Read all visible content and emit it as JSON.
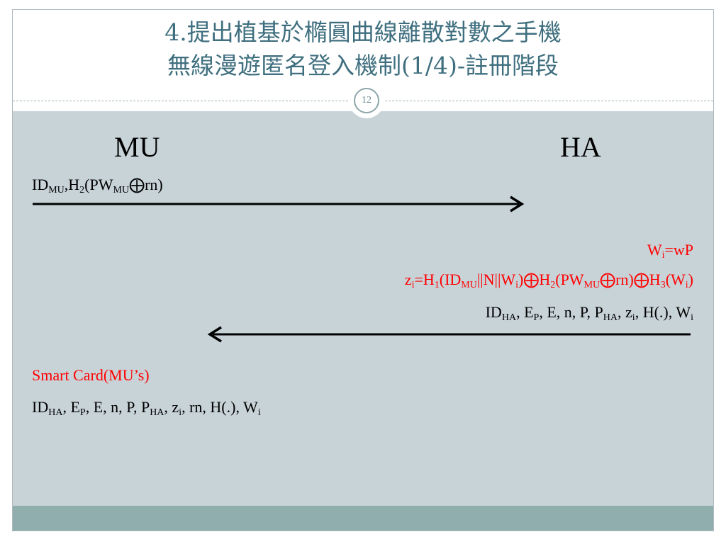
{
  "slide": {
    "title_line1": "4.提出植基於橢圓曲線離散對數之手機",
    "title_line2": "無線漫遊匿名登入機制(1/4)-註冊階段",
    "page_number": "12"
  },
  "parties": {
    "left": "MU",
    "right": "HA"
  },
  "message1": {
    "id": "ID",
    "id_sub": "MU",
    "h": ",H",
    "h_sub": "2",
    "pw": "(PW",
    "pw_sub": "MU",
    "xor": "⨁",
    "rest": "rn)"
  },
  "ha_compute": {
    "w_lhs": "W",
    "w_lhs_sub": "i",
    "w_rhs": "=wP",
    "z_lhs": "z",
    "z_lhs_sub": "i",
    "z_eq": "=H",
    "z_eq_sub": "1",
    "z_p1": "(ID",
    "z_p1_sub": "MU",
    "z_p2": "||N||W",
    "z_p2_sub": "i",
    "z_p3": ")⨁H",
    "z_p3_sub": "2",
    "z_p4": "(PW",
    "z_p4_sub": "MU",
    "z_p5": "⨁rn)⨁H",
    "z_p5_sub": "3",
    "z_p6": "(W",
    "z_p6_sub": "i",
    "z_p7": ")"
  },
  "message2": {
    "a": "ID",
    "a_sub": "HA",
    "b": ", E",
    "b_sub": "P",
    "c": ", E, n, P, P",
    "c_sub": "HA",
    "d": ", z",
    "d_sub": "i",
    "e": ", H(.), W",
    "e_sub": "i"
  },
  "smart_card": {
    "label": "Smart Card(MU’s)",
    "a": "ID",
    "a_sub": "HA",
    "b": ", E",
    "b_sub": "P",
    "c": ", E, n, P, P",
    "c_sub": "HA",
    "d": ", z",
    "d_sub": "i",
    "e": ", rn, H(.), W",
    "e_sub": "i"
  },
  "colors": {
    "title": "#3f6f7f",
    "content_bg": "#c8d3d8",
    "footer_band": "#8faead",
    "highlight": "#ff0000"
  }
}
